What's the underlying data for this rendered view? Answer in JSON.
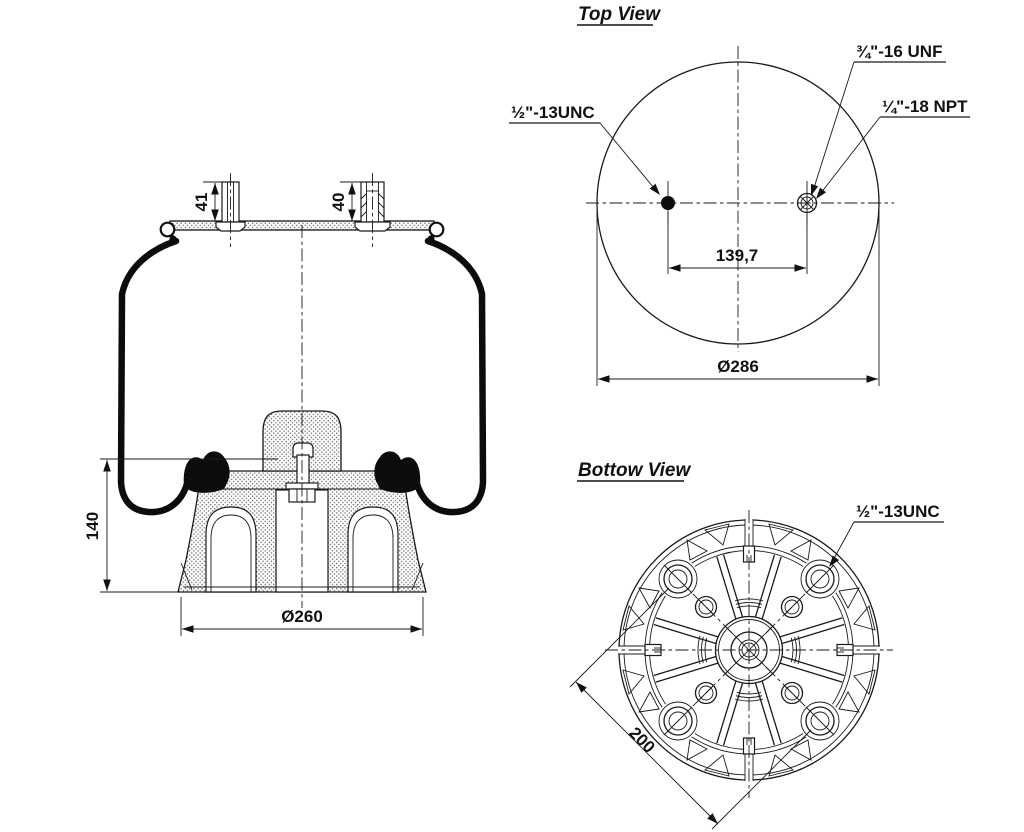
{
  "drawing": {
    "side_view": {
      "dim_stud_left": "41",
      "dim_stud_right": "40",
      "dim_height": "140",
      "dim_base_dia": "Ø260"
    },
    "top_view": {
      "title": "Top View",
      "label_port_left": "½\"-13UNC",
      "label_port_right_upper": "¾\"-16 UNF",
      "label_port_right_lower": "¼\"-18 NPT",
      "dim_port_spacing": "139,7",
      "dim_outer_dia": "Ø286"
    },
    "bottom_view": {
      "title": "Bottow View",
      "label_bolt": "½\"-13UNC",
      "dim_bolt_spacing": "200"
    }
  }
}
